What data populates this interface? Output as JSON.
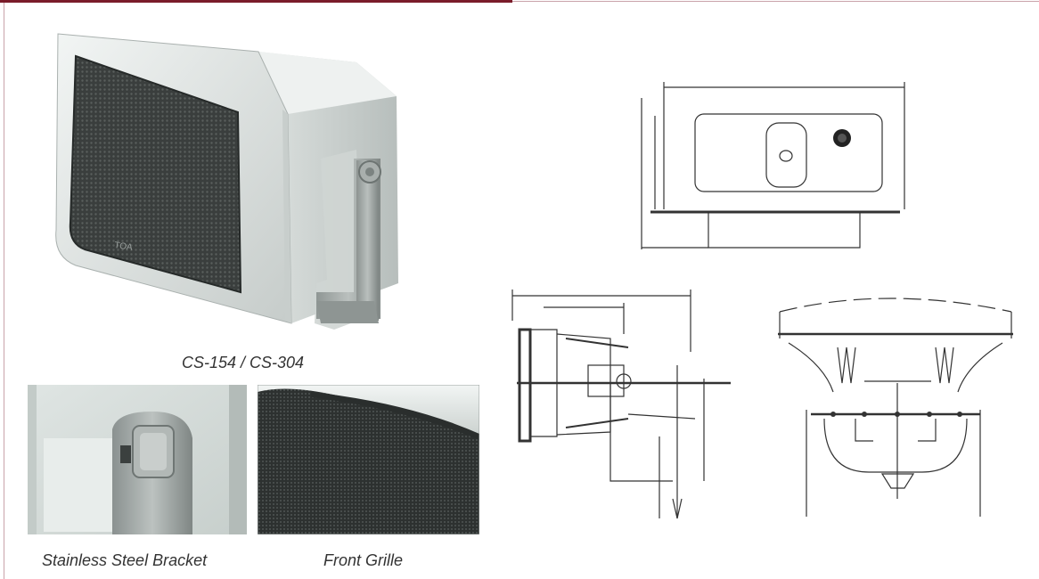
{
  "captions": {
    "main_product": "CS-154 / CS-304",
    "bracket": "Stainless Steel Bracket",
    "grille": "Front Grille"
  },
  "photos": {
    "main_product": "speaker-horn-photo",
    "bracket": "bracket-closeup-photo",
    "grille": "grille-closeup-photo"
  },
  "brand_mark": "TOA",
  "colors": {
    "accent": "#7a1c2a",
    "housing": "#e3e7e6",
    "grille": "#3c403f",
    "bracket": "#9aa19f"
  }
}
